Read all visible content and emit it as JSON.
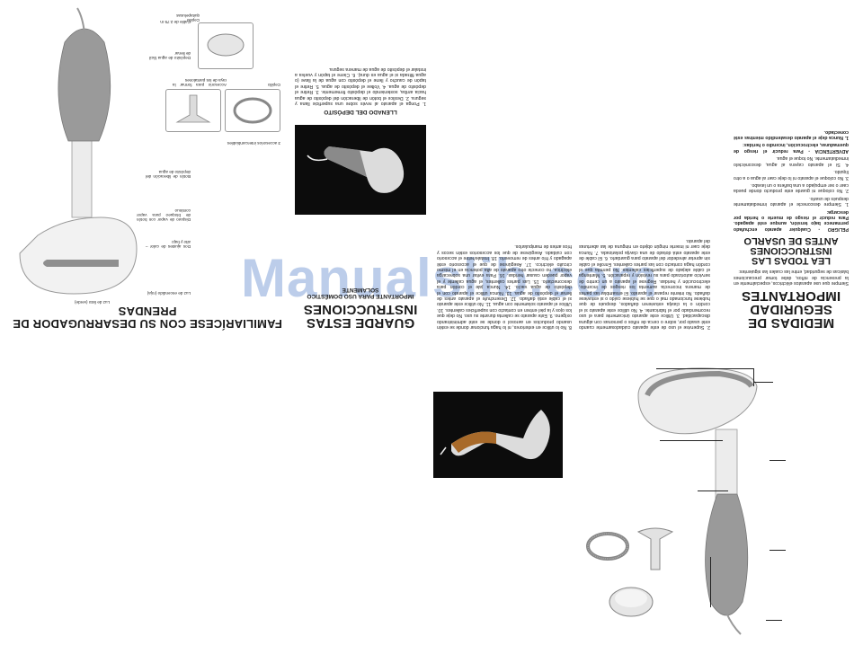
{
  "watermark": "Manualslib.com",
  "colors": {
    "steamer_accent": "#8a8a8a",
    "watermark": "#5f87cd"
  },
  "col1": {
    "title": "MEDIDAS DE SEGURIDAD IMPORTANTES",
    "intro": "Siempre que use aparatos eléctricos, especialmente en la presencia de niños, debe tomar precauciones básicas de seguridad, entre las cuales las siguientes:",
    "subtitle": "LEA TODAS LAS INSTRUCCIONES ANTES DE USARLO",
    "peligro": "PELIGRO - Cualquier aparato enchufado permanece bajo tensión, aunque esté apagado. Para reducir el riesgo de muerte o herida por descarga:",
    "p1": "1. Siempre desconecte el aparato inmediatamente después de usarlo.",
    "p2": "2. No coloque ni guarde este producto donde pueda caer o ser empujado a una bañera o un lavabo.",
    "p3": "3. No coloque el aparato ni lo deje caer al agua o a otro líquido.",
    "p4": "4. Si el aparato cayera al agua, desconéctelo inmediatamente. No toque el agua.",
    "advertencia": "ADVERTENCIA - Para reducir el riesgo de quemaduras, electrocución, incendio o heridas:",
    "n1": "1. Nunca deje el aparato desatendido mientras esté conectado."
  },
  "col2": {
    "text": "2. Supervise el uso de este aparato cuidadosamente cuando esté usado por, sobre o cerca de niños o personas con alguna discapacidad. 3. Utilice este aparato únicamente para el uso recomendado por el fabricante. 4. No utilice este aparato si el cordón o la clavija estuvieren dañados, después de que hubiese funcionado mal o que se hubiese caído o si estuviese dañado. No intente reparar el aparato. El ensamblar las partes de manera incorrecta aumenta los riesgos de incendio, electrocución y heridas. Regrese el aparato a un centro de servicio autorizado para su revisión y reparación. 5. Mantenga el cable alejado de superficies calientes. No permita que el cordón haga contacto con las partes calientes. Enrolle el cable sin apretar alrededor del aparato para guardarlo. 6. El cable de este aparato está dotado de una clavija polarizada. 7. Nunca deje caer ni inserte ningún objeto en ninguna de las aberturas del aparato."
  },
  "col3": {
    "text": "8. No lo utilice en exteriores, ni lo haga funcionar donde se estén usando productos en aerosol o donde se esté administrando oxígeno. 9. Este aparato se calienta durante su uso. No deje que los ojos y la piel entren en contacto con superficies calientes. 10. Utilice el aparato solamente con agua. 11. No utilice este aparato si el cable está dañado. 12. Desenchufe el aparato antes de llenar el depósito de agua. 13. Nunca utilice el aparato con el depósito de agua vacío. 14. Nunca jale el cordón para desconectarlo. 15. Las partes calientes, el agua caliente y el vapor pueden causar heridas. 16. Para evitar una sobrecarga eléctrica, no conecte otro aparato de alta potencia en el mismo circuito eléctrico. 17. Asegúrese de que el accesorio esté apagado y frío antes de removerlo. 18. Instale/retire el accesorio con cuidado. Asegúrese de que los accesorios estén secos y fríos antes de manipularlos."
  },
  "col4": {
    "title": "GUARDE ESTAS INSTRUCCIONES",
    "importante": "IMPORTANTE PARA USO DOMÉSTICO SOLAMENTE",
    "llenado": "LLENADO DEL DEPÓSITO",
    "text": "1. Ponga el aparato al revés sobre una superficie llana y segura. 2. Deslice el botón de liberación del depósito de agua hacia arriba, sosteniendo el depósito firmemente. 3. Retire el depósito de agua. 4. Voltee el depósito de agua. 5. Retire el tapón de caucho y llene el depósito con agua de la llave (o agua filtrada si el agua es dura). 6. Cierre el tapón y vuelva a instalar el depósito de agua de manera segura."
  },
  "col5": {
    "title": "FAMILIARÍCESE CON SU DESARRUGADOR DE PRENDAS",
    "labels": [
      "Cable de 2.75 m",
      "Depósito de agua fácil de llenar",
      "Botón de liberación del depósito de agua",
      "Disparo de vapor con botón de bloqueo para vapor continuo",
      "Dos ajustes de calor – alto y bajo",
      "Luz de encendido (roja)",
      "Luz de listo (verde)",
      "3 accesorios intercambiables",
      "Cepillo",
      "Accesorio para formar la raya de los pantalones",
      "Cepillo quitapelusas"
    ]
  }
}
